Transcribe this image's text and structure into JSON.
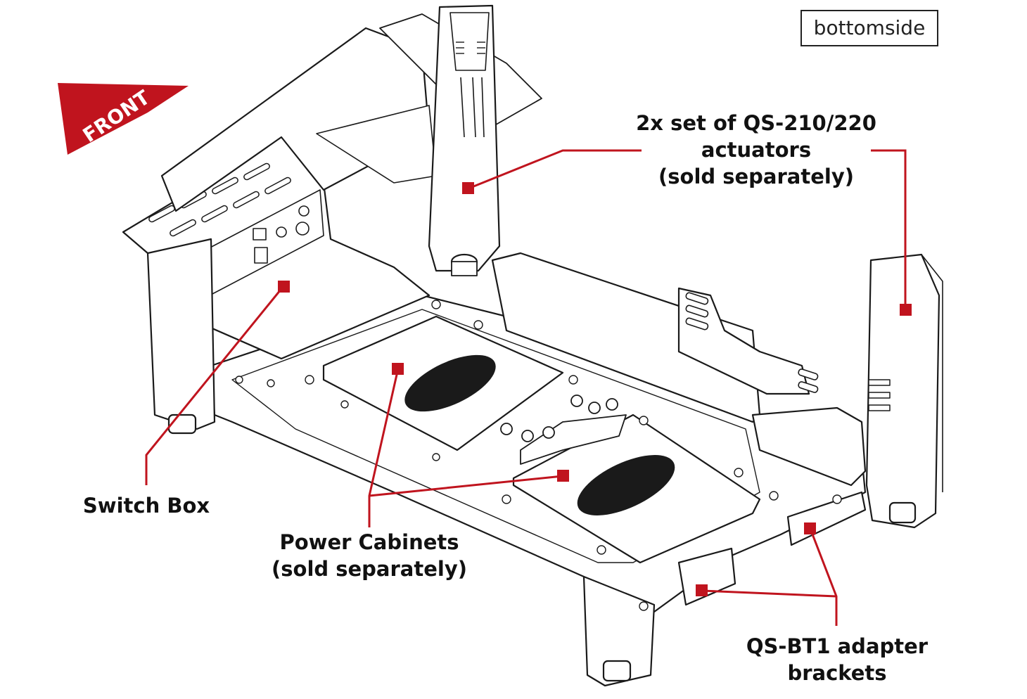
{
  "view_tag": "bottomside",
  "front_badge": "FRONT",
  "colors": {
    "accent": "#C0141E",
    "line": "#1a1a1a",
    "background": "#ffffff"
  },
  "callouts": [
    {
      "id": "actuators",
      "lines": [
        "2x set of QS-210/220",
        "actuators",
        "(sold separately)"
      ]
    },
    {
      "id": "switch-box",
      "lines": [
        "Switch Box"
      ]
    },
    {
      "id": "power-cabinets",
      "lines": [
        "Power Cabinets",
        "(sold separately)"
      ]
    },
    {
      "id": "adapter-brackets",
      "lines": [
        "QS-BT1 adapter",
        "brackets"
      ]
    }
  ]
}
